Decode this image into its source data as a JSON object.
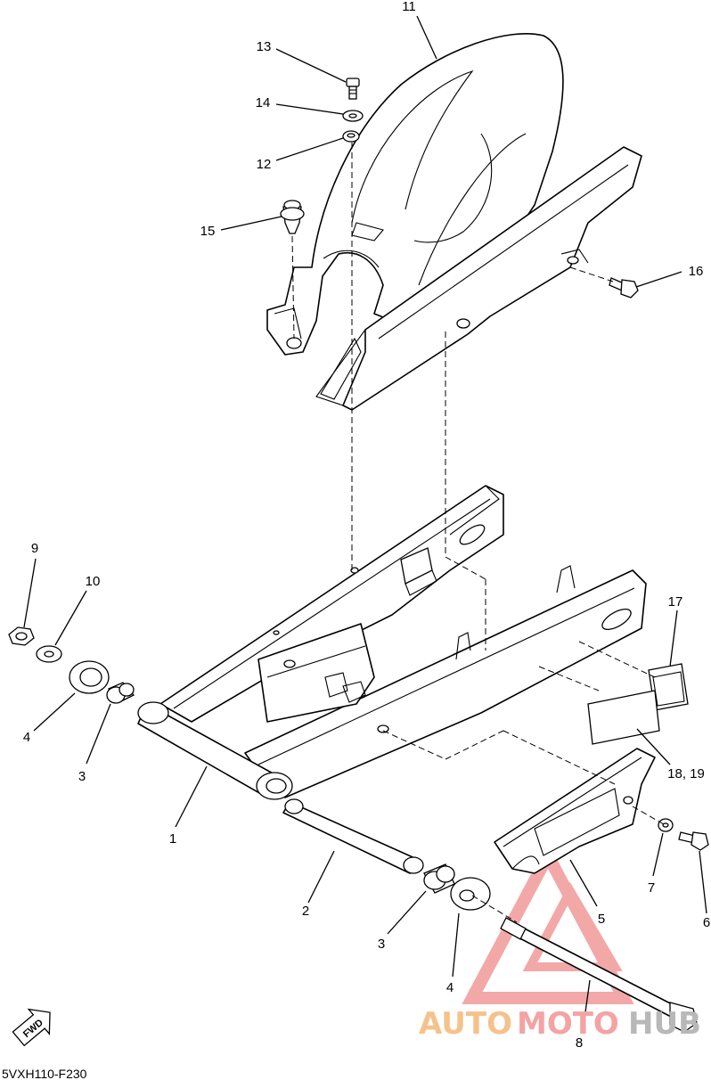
{
  "diagram": {
    "callouts": [
      {
        "id": "c1",
        "text": "1"
      },
      {
        "id": "c2",
        "text": "2"
      },
      {
        "id": "c3a",
        "text": "3"
      },
      {
        "id": "c3b",
        "text": "3"
      },
      {
        "id": "c4a",
        "text": "4"
      },
      {
        "id": "c4b",
        "text": "4"
      },
      {
        "id": "c5",
        "text": "5"
      },
      {
        "id": "c6",
        "text": "6"
      },
      {
        "id": "c7",
        "text": "7"
      },
      {
        "id": "c8",
        "text": "8"
      },
      {
        "id": "c9",
        "text": "9"
      },
      {
        "id": "c10",
        "text": "10"
      },
      {
        "id": "c11",
        "text": "11"
      },
      {
        "id": "c12",
        "text": "12"
      },
      {
        "id": "c13",
        "text": "13"
      },
      {
        "id": "c14",
        "text": "14"
      },
      {
        "id": "c15",
        "text": "15"
      },
      {
        "id": "c16",
        "text": "16"
      },
      {
        "id": "c17",
        "text": "17"
      },
      {
        "id": "c1819",
        "text": "18, 19"
      }
    ],
    "fwd_label": "FWD",
    "diagram_code": "5VXH110-F230"
  },
  "watermark": {
    "part1": "AUTO",
    "part2": "MOTO",
    "part3": "HUB",
    "colors": {
      "auto": "#f6c28b",
      "moto": "#f4a3a3",
      "hub": "#b8b8b8",
      "triangle": "#f29a9a"
    }
  }
}
